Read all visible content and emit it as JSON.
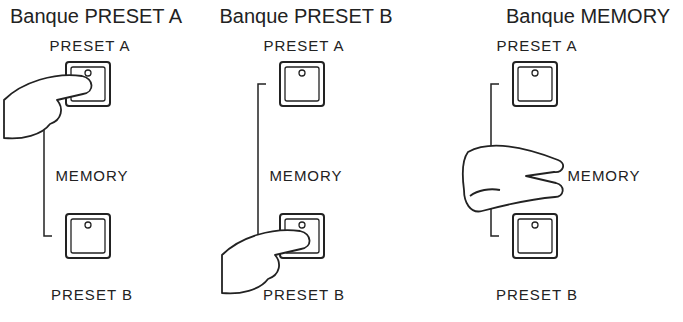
{
  "diagram": {
    "labels": [
      "Banque PRESET A",
      "Banque PRESET B",
      "Banque MEMORY",
      "PRESET A",
      "MEMORY",
      "PRESET B",
      "PRESET A",
      "MEMORY",
      "PRESET B",
      "PRESET A",
      "MEMORY",
      "PRESET B"
    ]
  }
}
